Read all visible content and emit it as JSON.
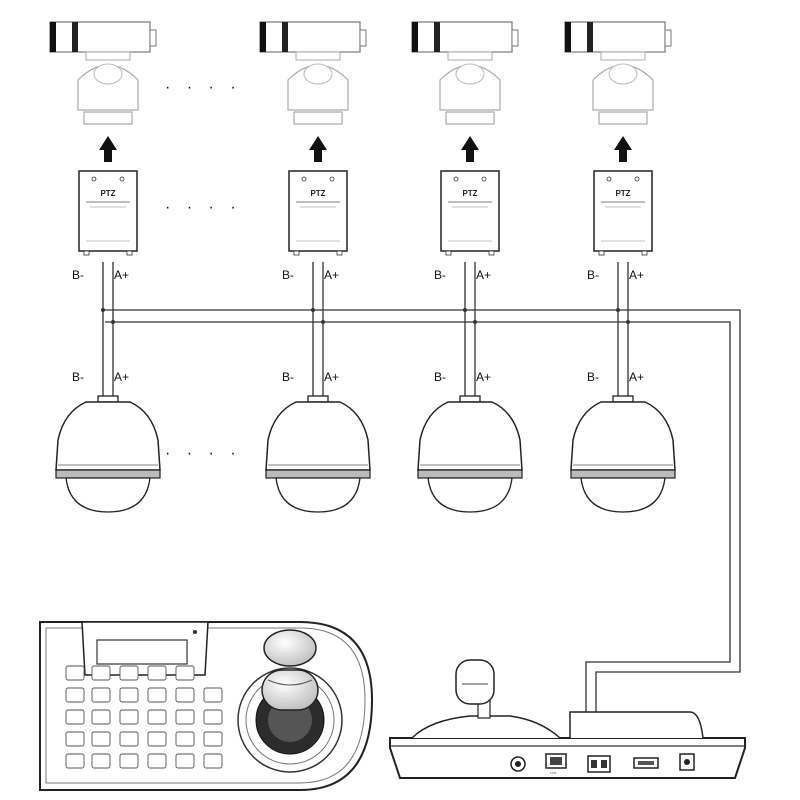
{
  "labels": {
    "decoder_title": "PTZ",
    "wire_b": "B-",
    "wire_a": "A+",
    "ellipsis": "· · · ·"
  },
  "columns": [
    {
      "id": "cam1",
      "decoder_title": "PTZ"
    },
    {
      "id": "cam2",
      "decoder_title": "PTZ"
    },
    {
      "id": "cam3",
      "decoder_title": "PTZ"
    },
    {
      "id": "cam4",
      "decoder_title": "PTZ"
    }
  ],
  "colors": {
    "stroke": "#222222",
    "light_stroke": "#9a9a9a",
    "fill": "#ffffff",
    "arrow": "#111111"
  },
  "icons": {
    "camera": "box-camera-icon",
    "pan_tilt": "pan-tilt-head-icon",
    "decoder": "ptz-decoder-icon",
    "dome": "speed-dome-icon",
    "keyboard": "ptz-keyboard-controller-icon",
    "joystick": "joystick-icon"
  }
}
